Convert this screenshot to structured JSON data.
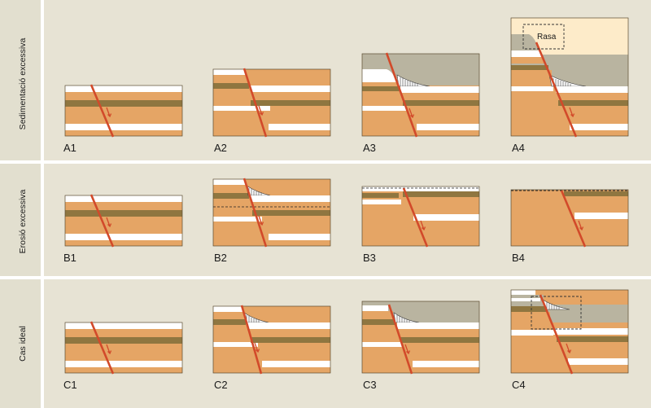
{
  "rows": [
    {
      "label": "Sedimentació excessiva",
      "panels": [
        "A1",
        "A2",
        "A3",
        "A4"
      ]
    },
    {
      "label": "Erosió excessiva",
      "panels": [
        "B1",
        "B2",
        "B3",
        "B4"
      ]
    },
    {
      "label": "Cas ideal",
      "panels": [
        "C1",
        "C2",
        "C3",
        "C4"
      ]
    }
  ],
  "annotation": "Rasa",
  "colors": {
    "panel_bg": "#e7e3d4",
    "label_bg": "#e2dfcf",
    "orange": "#e5a565",
    "brown": "#8f7640",
    "fault": "#d24a2a",
    "grey_fill": "#b9b4a0",
    "cream": "#fdebc9",
    "white_bed": "#ffffff"
  }
}
